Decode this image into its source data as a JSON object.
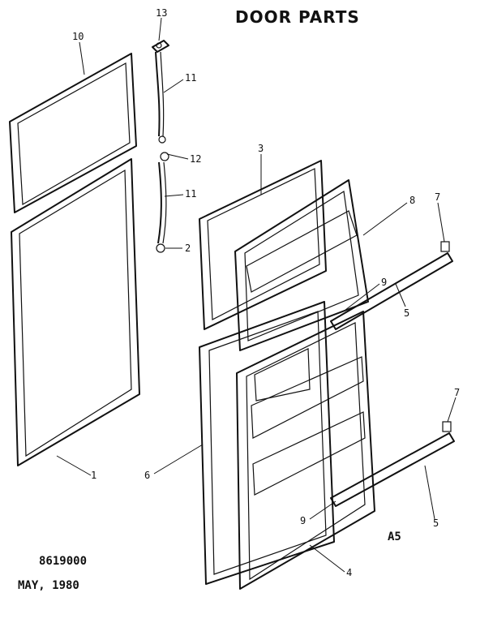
{
  "title": "DOOR PARTS",
  "callouts": {
    "p13": "13",
    "p10": "10",
    "p11a": "11",
    "p12": "12",
    "p11b": "11",
    "p2": "2",
    "p3": "3",
    "p8": "8",
    "p7a": "7",
    "p9a": "9",
    "p5a": "5",
    "p1": "1",
    "p6": "6",
    "p7b": "7",
    "p9b": "9",
    "p5b": "5",
    "p4": "4"
  },
  "section_code": "A5",
  "part_list_no": "8619000",
  "date": "MAY, 1980"
}
